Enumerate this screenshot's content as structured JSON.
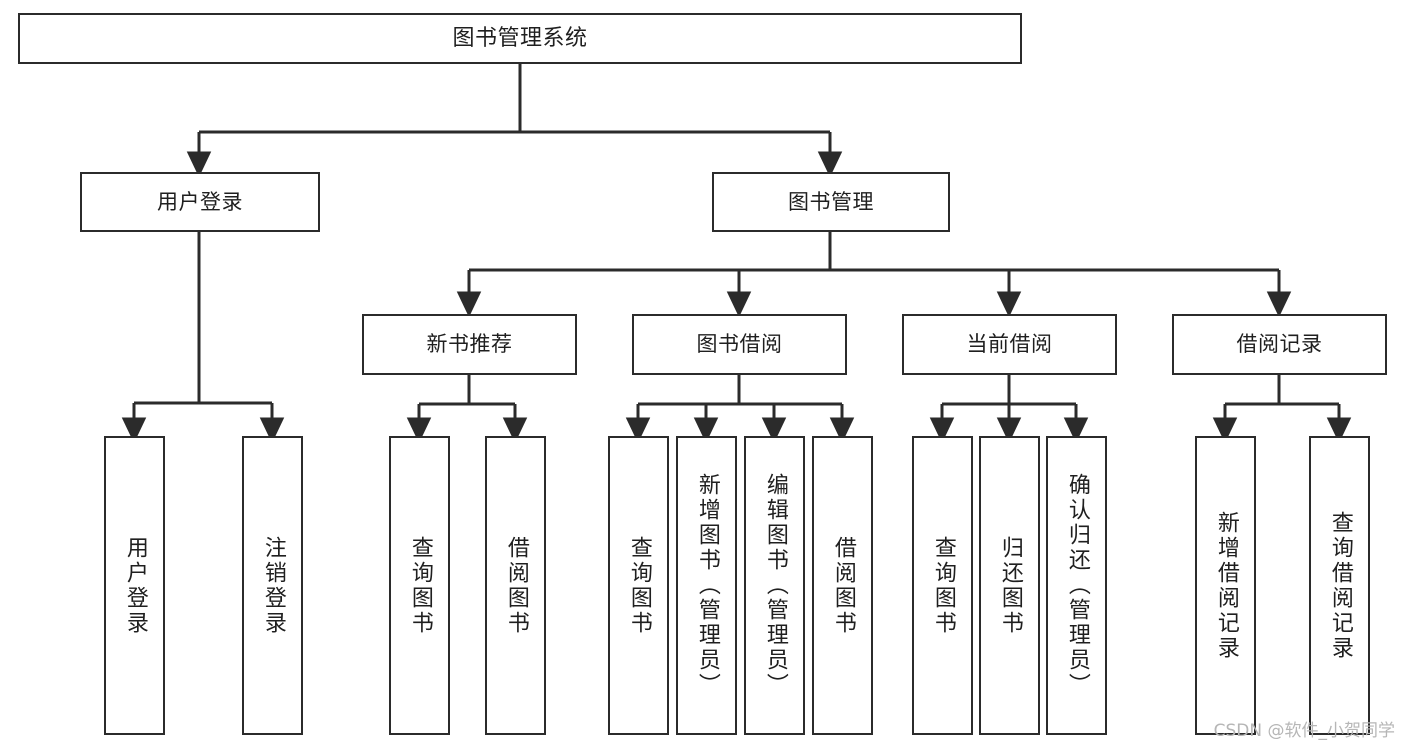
{
  "diagram": {
    "title": "图书管理系统",
    "type": "tree-hierarchy",
    "colors": {
      "box_border": "#2b2b2b",
      "box_fill": "#ffffff",
      "edge": "#2b2b2b",
      "text": "#1f1f1f",
      "watermark": "#b6b6b6",
      "background": "#ffffff"
    },
    "watermark": "CSDN @软件_小贺同学",
    "root": {
      "label": "图书管理系统"
    },
    "level1": [
      {
        "label": "用户登录"
      },
      {
        "label": "图书管理"
      }
    ],
    "level2": [
      {
        "label": "新书推荐"
      },
      {
        "label": "图书借阅"
      },
      {
        "label": "当前借阅"
      },
      {
        "label": "借阅记录"
      }
    ],
    "leaves": {
      "user_login": [
        {
          "label": "用户登录"
        },
        {
          "label": "注销登录"
        }
      ],
      "new_book_recommend": [
        {
          "label": "查询图书"
        },
        {
          "label": "借阅图书"
        }
      ],
      "book_borrow": [
        {
          "label": "查询图书"
        },
        {
          "label": "新增图书（管理员）"
        },
        {
          "label": "编辑图书（管理员）"
        },
        {
          "label": "借阅图书"
        }
      ],
      "current_borrow": [
        {
          "label": "查询图书"
        },
        {
          "label": "归还图书"
        },
        {
          "label": "确认归还（管理员）"
        }
      ],
      "borrow_record": [
        {
          "label": "新增借阅记录"
        },
        {
          "label": "查询借阅记录"
        }
      ]
    }
  }
}
